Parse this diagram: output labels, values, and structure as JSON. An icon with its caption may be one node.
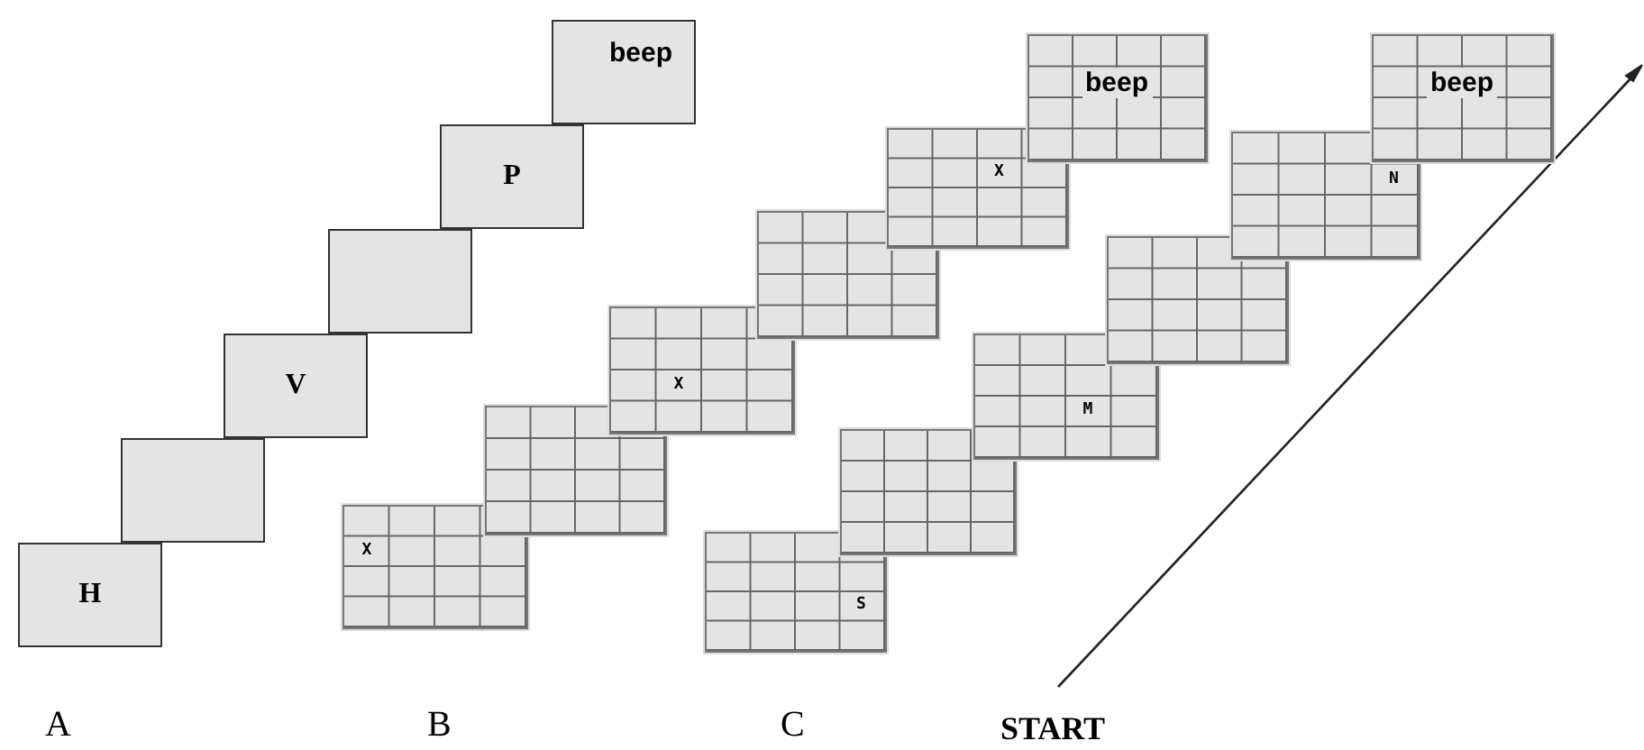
{
  "diagram": {
    "nodes": [
      {
        "text": [
          "H"
        ]
      },
      {
        "text": [],
        "shape": "box"
      },
      {
        "text": [
          "V"
        ]
      },
      {
        "text": [],
        "shape": "box"
      },
      {
        "text": [
          "P"
        ]
      },
      {
        "text": [
          "beep"
        ]
      },
      {
        "text": [
          "X"
        ]
      },
      {
        "text": [],
        "shape": "box"
      },
      {
        "text": [
          "X"
        ]
      },
      {
        "text": [],
        "shape": "box"
      },
      {
        "text": [
          "X"
        ]
      },
      {
        "text": [
          "beep"
        ]
      },
      {
        "text": [
          "S"
        ]
      },
      {
        "text": [],
        "shape": "box"
      },
      {
        "text": [
          "M"
        ]
      },
      {
        "text": [],
        "shape": "box"
      },
      {
        "text": [
          "N"
        ]
      },
      {
        "text": [
          "beep"
        ]
      }
    ],
    "labels": [
      "A",
      "B",
      "C",
      "START"
    ]
  }
}
